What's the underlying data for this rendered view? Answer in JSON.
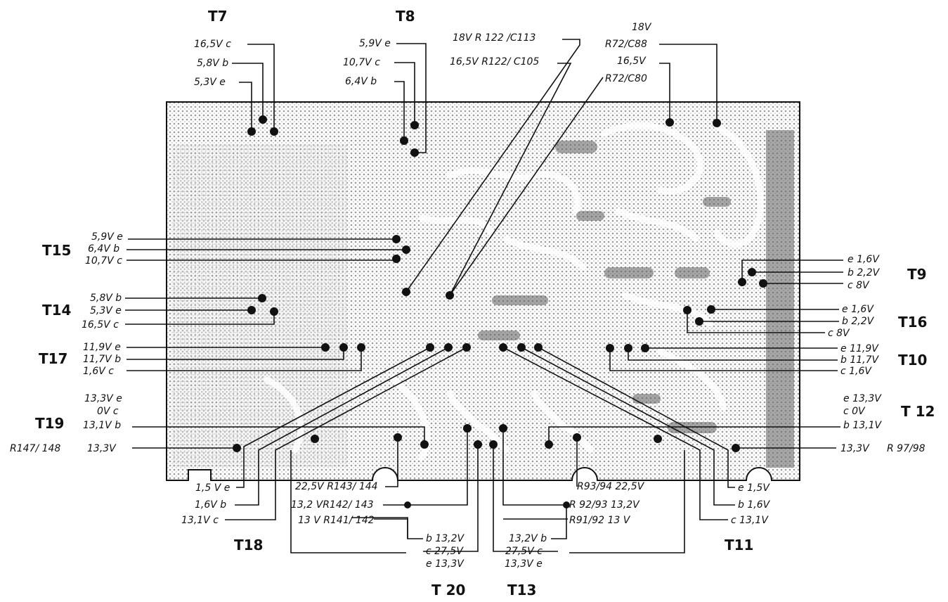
{
  "transistors": [
    {
      "id": "t7",
      "name": "T7",
      "pins": [
        {
          "id": "c",
          "text": "16,5V  c"
        },
        {
          "id": "b",
          "text": "5,8V  b"
        },
        {
          "id": "e",
          "text": "5,3V  e"
        }
      ]
    },
    {
      "id": "t8",
      "name": "T8",
      "pins": [
        {
          "id": "e",
          "text": "5,9V e"
        },
        {
          "id": "c",
          "text": "10,7V c"
        },
        {
          "id": "b",
          "text": "6,4V b"
        }
      ]
    },
    {
      "id": "t15",
      "name": "T15",
      "pins": [
        {
          "id": "e",
          "text": "5,9V e"
        },
        {
          "id": "b",
          "text": "6,4V b"
        },
        {
          "id": "c",
          "text": "10,7V c"
        }
      ]
    },
    {
      "id": "t14",
      "name": "T14",
      "pins": [
        {
          "id": "b",
          "text": "5,8V b"
        },
        {
          "id": "e",
          "text": "5,3V e"
        },
        {
          "id": "c",
          "text": "16,5V c"
        }
      ]
    },
    {
      "id": "t17",
      "name": "T17",
      "pins": [
        {
          "id": "e",
          "text": "11,9V e"
        },
        {
          "id": "b",
          "text": "11,7V b"
        },
        {
          "id": "c",
          "text": "1,6V  c"
        }
      ]
    },
    {
      "id": "t19",
      "name": "T19",
      "pins": [
        {
          "id": "e",
          "text": "13,3V  e"
        },
        {
          "id": "c",
          "text": "0V  c"
        },
        {
          "id": "b",
          "text": "13,1V  b"
        },
        {
          "id": "r",
          "text": "13,3V"
        }
      ]
    },
    {
      "id": "t9",
      "name": "T9",
      "pins": [
        {
          "id": "e",
          "text": "e  1,6V"
        },
        {
          "id": "b",
          "text": "b 2,2V"
        },
        {
          "id": "c",
          "text": "c  8V"
        }
      ]
    },
    {
      "id": "t16",
      "name": "T16",
      "pins": [
        {
          "id": "e",
          "text": "e 1,6V"
        },
        {
          "id": "b",
          "text": "b 2,2V"
        },
        {
          "id": "c",
          "text": "c  8V"
        }
      ]
    },
    {
      "id": "t10",
      "name": "T10",
      "pins": [
        {
          "id": "e",
          "text": "e 11,9V"
        },
        {
          "id": "b",
          "text": "b 11,7V"
        },
        {
          "id": "c",
          "text": "c 1,6V"
        }
      ]
    },
    {
      "id": "t12",
      "name": "T 12",
      "pins": [
        {
          "id": "e",
          "text": "e  13,3V"
        },
        {
          "id": "c",
          "text": "c   0V"
        },
        {
          "id": "b",
          "text": "b  13,1V"
        },
        {
          "id": "r",
          "text": "13,3V"
        }
      ]
    },
    {
      "id": "t18",
      "name": "T18",
      "pins": [
        {
          "id": "e",
          "text": "1,5 V e"
        },
        {
          "id": "b",
          "text": "1,6V b"
        },
        {
          "id": "c",
          "text": "13,1V  c"
        }
      ]
    },
    {
      "id": "t11",
      "name": "T11",
      "pins": [
        {
          "id": "e",
          "text": "e  1,5V"
        },
        {
          "id": "b",
          "text": "b 1,6V"
        },
        {
          "id": "c",
          "text": "c 13,1V"
        }
      ]
    },
    {
      "id": "t20",
      "name": "T 20",
      "pins": [
        {
          "id": "b",
          "text": "b  13,2V"
        },
        {
          "id": "c",
          "text": "c  27,5V"
        },
        {
          "id": "e",
          "text": "e 13,3V"
        }
      ]
    },
    {
      "id": "t13",
      "name": "T13",
      "pins": [
        {
          "id": "b",
          "text": "13,2V b"
        },
        {
          "id": "c",
          "text": "27,5V c"
        },
        {
          "id": "e",
          "text": "13,3V  e"
        }
      ]
    }
  ],
  "references": [
    {
      "id": "r122c113",
      "text": "18V  R 122 /C113"
    },
    {
      "id": "r122c105",
      "text": "16,5V R122/ C105"
    },
    {
      "id": "r72c88_v",
      "text": "18V"
    },
    {
      "id": "r72c88",
      "text": "R72/C88"
    },
    {
      "id": "r72c80_v",
      "text": "16,5V"
    },
    {
      "id": "r72c80",
      "text": "R72/C80"
    },
    {
      "id": "r147",
      "text": "R147/ 148"
    },
    {
      "id": "r97",
      "text": "R 97/98"
    },
    {
      "id": "r143",
      "text": "22,5V R143/ 144"
    },
    {
      "id": "r142",
      "text": "13,2 VR142/ 143"
    },
    {
      "id": "r141",
      "text": "13 V R141/ 142"
    },
    {
      "id": "r93",
      "text": "R93/94   22,5V"
    },
    {
      "id": "r92",
      "text": "R 92/93   13,2V"
    },
    {
      "id": "r91",
      "text": "R91/92   13 V"
    }
  ]
}
